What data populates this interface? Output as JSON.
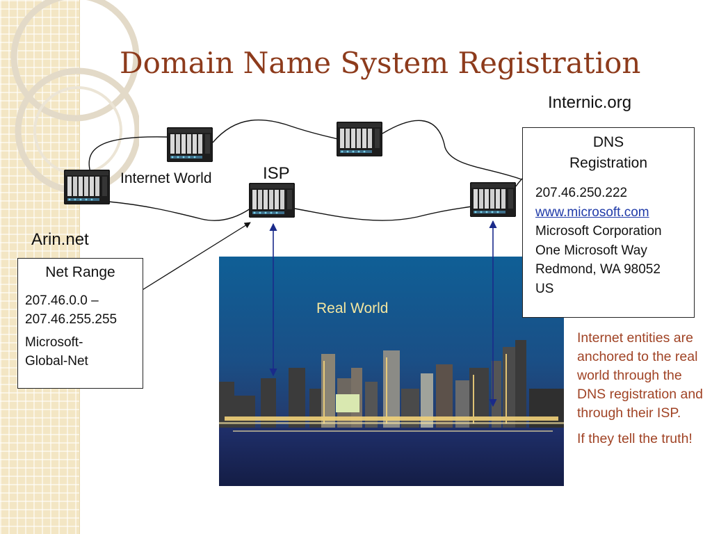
{
  "slide": {
    "title": "Domain Name System Registration"
  },
  "labels": {
    "internic": "Internic.org",
    "internet_world": "Internet World",
    "isp": "ISP",
    "arin": "Arin.net",
    "real_world": "Real World"
  },
  "net_range_box": {
    "heading": "Net Range",
    "range_line1": "207.46.0.0 –",
    "range_line2": "207.46.255.255",
    "name_line1": "Microsoft-",
    "name_line2": "Global-Net"
  },
  "dns_box": {
    "heading_line1": "DNS",
    "heading_line2": "Registration",
    "ip": "207.46.250.222",
    "url": "www.microsoft.com",
    "org": "Microsoft Corporation",
    "address1": "One Microsoft Way",
    "address2": "Redmond, WA 98052",
    "country": "US"
  },
  "note": {
    "paragraph1": "Internet entities are anchored to the real world through the DNS registration and through their ISP.",
    "paragraph2": "If they tell the truth!"
  },
  "colors": {
    "title": "#8d3b1c",
    "note": "#a04325",
    "arrow": "#1a2a8a",
    "link": "#1f3aa8"
  }
}
